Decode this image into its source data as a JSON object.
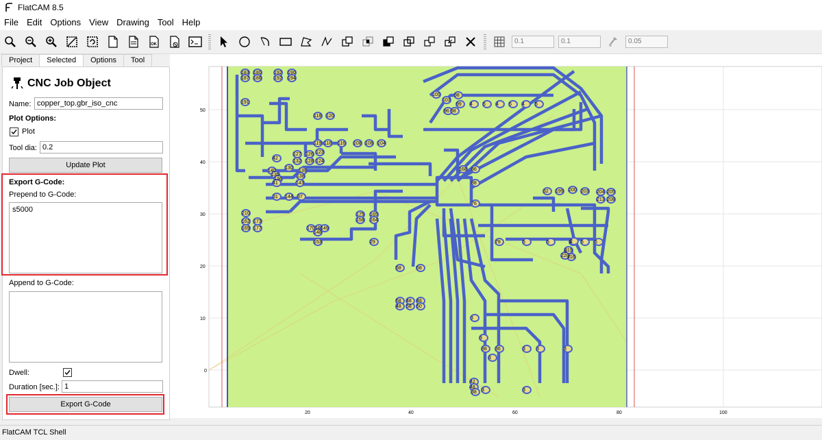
{
  "window": {
    "title": "FlatCAM 8.5"
  },
  "menu": [
    "File",
    "Edit",
    "Options",
    "View",
    "Drawing",
    "Tool",
    "Help"
  ],
  "toolbar": {
    "icons": [
      "zoom-fit-icon",
      "zoom-in-icon",
      "zoom-out-icon",
      "clear-plot-icon",
      "replot-icon",
      "new-file-icon",
      "open-file-icon",
      "ok-icon",
      "delete-file-icon",
      "shell-icon",
      "pointer-icon",
      "circle-icon",
      "arc-icon",
      "rectangle-icon",
      "polygon-icon",
      "path-icon",
      "union-icon",
      "intersection-icon",
      "subtract-icon",
      "cut-icon",
      "copy-icon",
      "move-icon",
      "delete-shape-icon"
    ],
    "grid_x": "0.1",
    "grid_y": "0.1",
    "snap_max": "0.05"
  },
  "tabs": [
    "Project",
    "Selected",
    "Options",
    "Tool"
  ],
  "active_tab": "Selected",
  "panel": {
    "title": "CNC Job Object",
    "name_label": "Name:",
    "name_value": "copper_top.gbr_iso_cnc",
    "plot_options_label": "Plot Options:",
    "plot_label": "Plot",
    "plot_checked": true,
    "tool_dia_label": "Tool dia:",
    "tool_dia_value": "0.2",
    "update_plot_label": "Update Plot",
    "export_gcode_header": "Export G-Code:",
    "prepend_label": "Prepend to G-Code:",
    "prepend_value": "s5000",
    "append_label": "Append to G-Code:",
    "append_value": "",
    "dwell_label": "Dwell:",
    "dwell_checked": true,
    "duration_label": "Duration [sec.]:",
    "duration_value": "1",
    "export_button_label": "Export G-Code"
  },
  "plot": {
    "y_ticks": [
      "50",
      "40",
      "30",
      "20",
      "10",
      "0"
    ],
    "x_ticks": [
      "20",
      "40",
      "60",
      "80",
      "100"
    ],
    "board_color": "#ccf08c",
    "trace_color": "#4a62c8",
    "labels": [
      "183",
      "180",
      "192",
      "190",
      "187",
      "186",
      "192",
      "194",
      "191",
      "100",
      "103",
      "98",
      "96",
      "98",
      "99",
      "4",
      "5",
      "4",
      "5",
      "4",
      "5",
      "118",
      "120",
      "119",
      "118",
      "116",
      "108",
      "108",
      "104",
      "127",
      "126",
      "123",
      "132",
      "128",
      "124",
      "42",
      "140",
      "135",
      "136",
      "130",
      "139",
      "138",
      "41",
      "143",
      "31",
      "144",
      "37",
      "32",
      "199",
      "200",
      "203",
      "204",
      "205",
      "213",
      "208",
      "210",
      "175",
      "165",
      "161",
      "158",
      "164",
      "162",
      "173",
      "169",
      "177",
      "170",
      "149",
      "148",
      "153",
      "29",
      "168",
      "86",
      "88",
      "76",
      "78",
      "5",
      "5",
      "5",
      "5",
      "5",
      "2",
      "2",
      "219",
      "216",
      "220",
      "58",
      "58",
      "58",
      "48",
      "48",
      "58",
      "50",
      "48",
      "42",
      "48",
      "38",
      "38",
      "36",
      "3",
      "3",
      "3",
      "3",
      "3",
      "3",
      "3",
      "3"
    ]
  },
  "status": {
    "text": "FlatCAM TCL Shell"
  }
}
